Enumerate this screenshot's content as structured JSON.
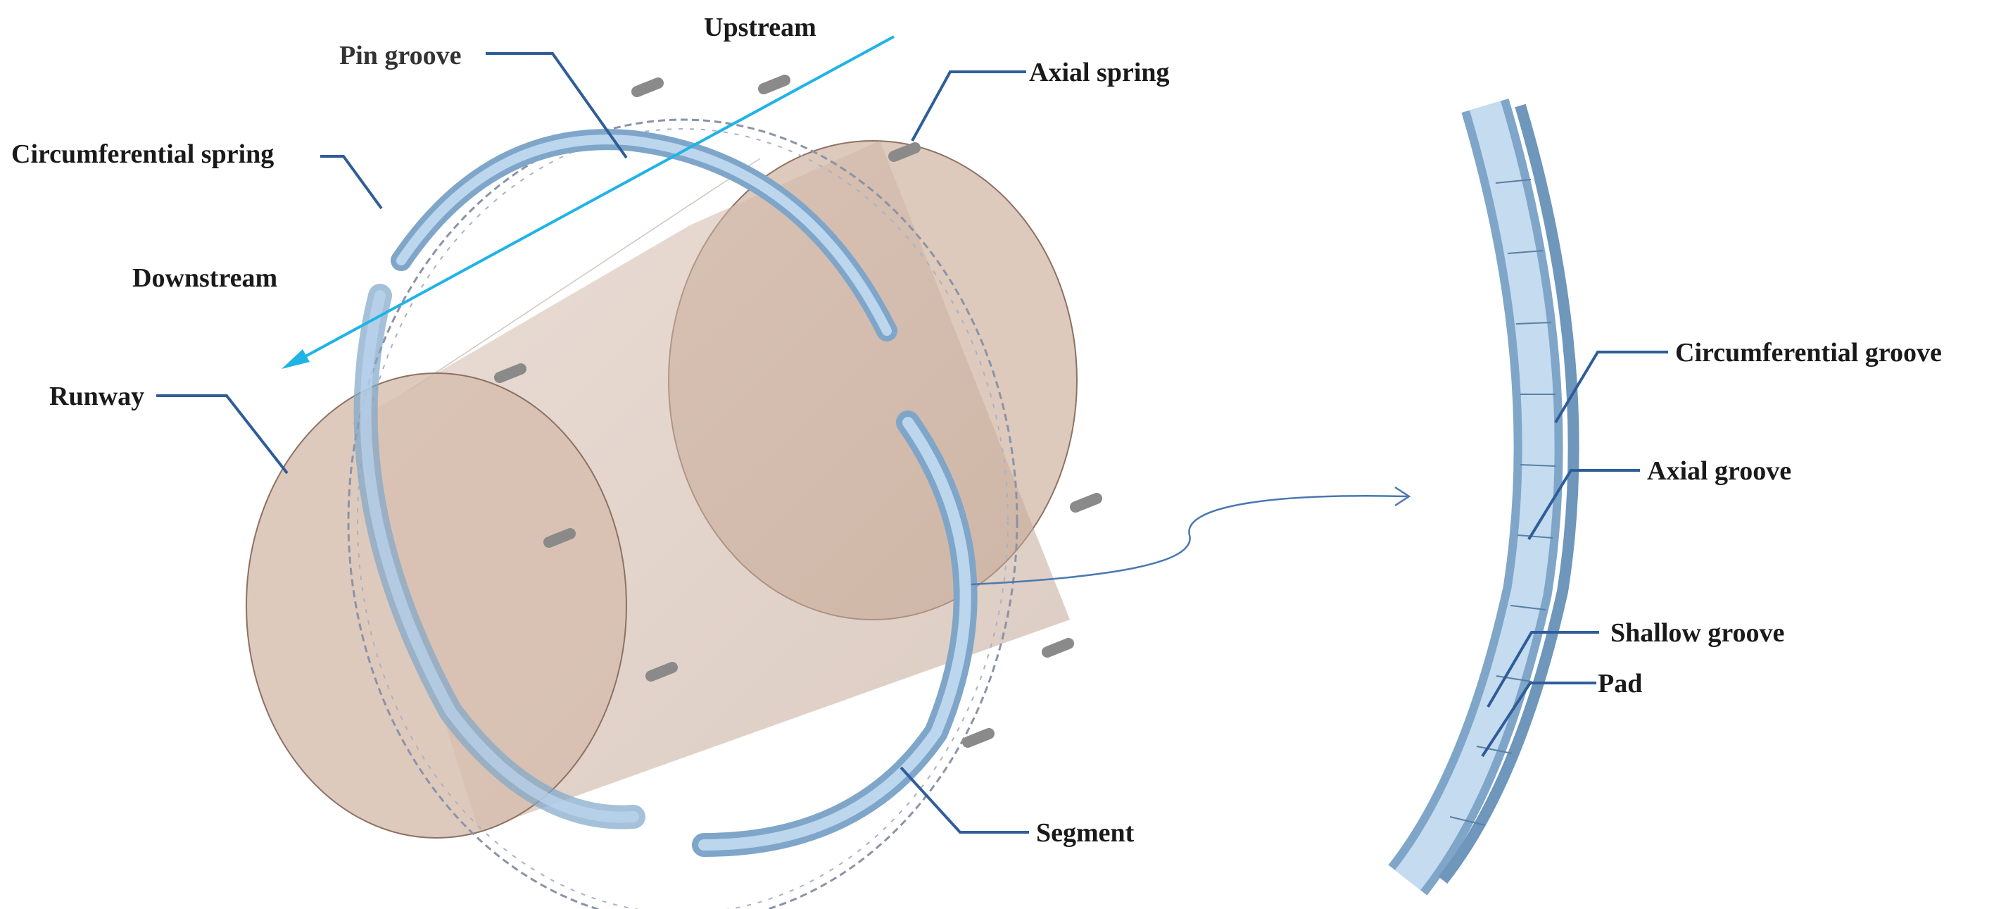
{
  "colors": {
    "runway_fill": "#c9ad9c",
    "runway_edge": "#8c7264",
    "segment_fill": "#a9c8e6",
    "segment_dark": "#7fa6c9",
    "segment_edge": "#5a7fa3",
    "spring": "#8a93a8",
    "leader": "#2f5d9a",
    "flow_arrow": "#1fb3e6",
    "pin": "#9a9a9a",
    "text": "#1a1a1a"
  },
  "labels": {
    "upstream": "Upstream",
    "pin_groove": "Pin groove",
    "axial_spring": "Axial spring",
    "circumferential_spring": "Circumferential spring",
    "downstream": "Downstream",
    "runway": "Runway",
    "segment": "Segment",
    "circumferential_groove": "Circumferential groove",
    "axial_groove": "Axial groove",
    "shallow_groove": "Shallow groove",
    "pad": "Pad"
  },
  "icons": [
    "flow-direction-arrow",
    "detail-callout-arrow"
  ]
}
